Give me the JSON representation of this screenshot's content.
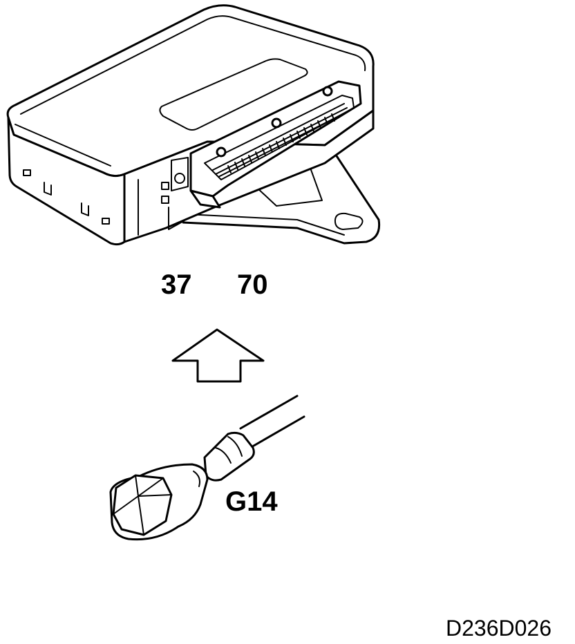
{
  "labels": {
    "connector_pin_a": "37",
    "connector_pin_b": "70",
    "ground_point": "G14",
    "figure_reference": "D236D026"
  },
  "icons": {
    "control_module": "control-module-icon",
    "direction_arrow": "up-arrow-icon",
    "ground_terminal": "ground-terminal-icon"
  },
  "colors": {
    "ink": "#000000",
    "paper": "#ffffff"
  }
}
